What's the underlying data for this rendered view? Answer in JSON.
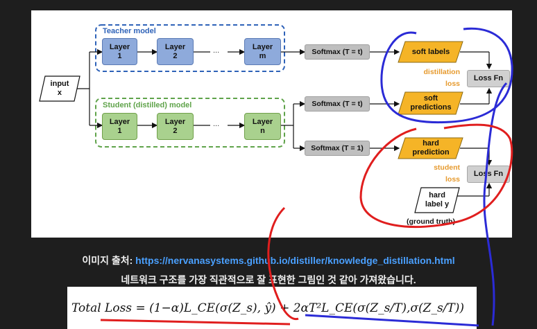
{
  "diagram": {
    "teacher_label": "Teacher model",
    "student_label": "Student (distilled) model",
    "input": "input\nx",
    "teacher_layers": [
      "Layer\n1",
      "Layer\n2",
      "Layer\nm"
    ],
    "student_layers": [
      "Layer\n1",
      "Layer\n2",
      "Layer\nn"
    ],
    "ellipsis": "...",
    "softmax_t": "Softmax (T = t)",
    "softmax_1": "Softmax (T = 1)",
    "soft_labels": "soft labels",
    "soft_predictions": "soft\npredictions",
    "hard_prediction": "hard\nprediction",
    "hard_label": "hard\nlabel y",
    "ground_truth": "(ground truth)",
    "distillation_loss": "distillation\nloss",
    "student_loss": "student\nloss",
    "loss_fn": "Loss Fn",
    "colors": {
      "teacher": "#8eaadb",
      "student": "#a9d18e",
      "softmax": "#bfbfbf",
      "orange": "#f5b427",
      "annot_blue": "#2b2bd6",
      "annot_red": "#e01e1e"
    }
  },
  "caption": {
    "source_prefix": "이미지 출처: ",
    "source_url": "https://nervanasystems.github.io/distiller/knowledge_distillation.html",
    "note": "네트워크 구조를 가장 직관적으로 잘 표현한 그림인 것 같아 가져왔습니다."
  },
  "formula": "Total Loss = (1−α)L_CE(σ(Z_s), ŷ) + 2αT²L_CE(σ(Z_s/T),σ(Z_s/T))"
}
